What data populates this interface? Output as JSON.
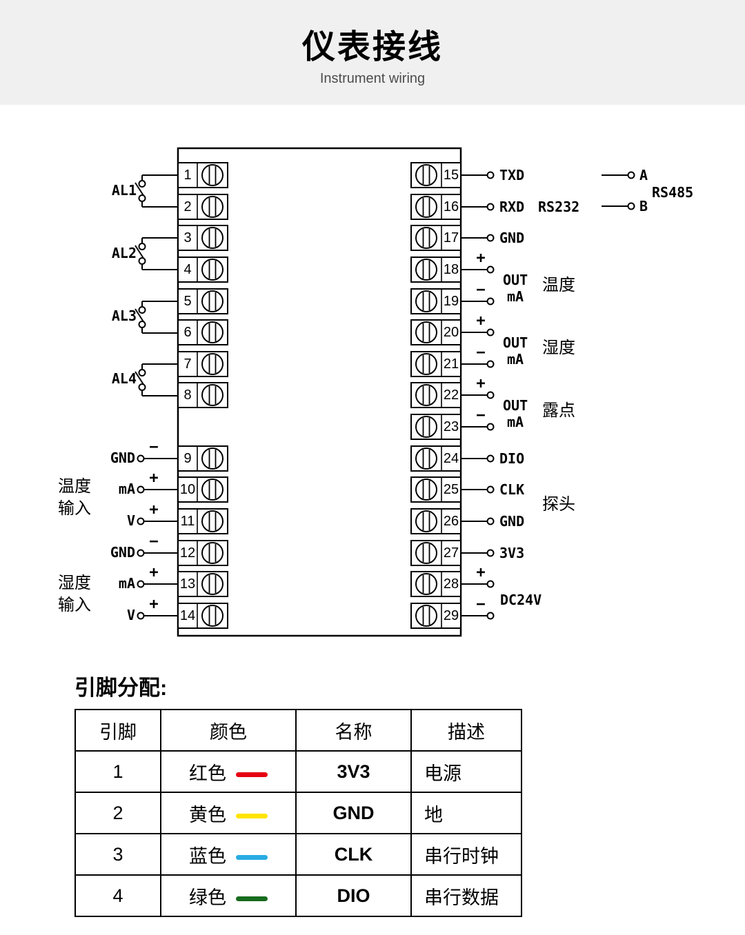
{
  "header": {
    "title": "仪表接线",
    "subtitle": "Instrument wiring"
  },
  "diagram": {
    "left_pins": [
      "1",
      "2",
      "3",
      "4",
      "5",
      "6",
      "7",
      "8",
      "9",
      "10",
      "11",
      "12",
      "13",
      "14"
    ],
    "right_pins": [
      "15",
      "16",
      "17",
      "18",
      "19",
      "20",
      "21",
      "22",
      "23",
      "24",
      "25",
      "26",
      "27",
      "28",
      "29"
    ],
    "alarms": [
      "AL1",
      "AL2",
      "AL3",
      "AL4"
    ],
    "analog_inputs": {
      "groups": [
        {
          "line1": "温度",
          "line2": "输入"
        },
        {
          "line1": "湿度",
          "line2": "输入"
        }
      ],
      "rows": [
        {
          "sign": "−",
          "label": "GND"
        },
        {
          "sign": "+",
          "label": "mA"
        },
        {
          "sign": "+",
          "label": "V"
        },
        {
          "sign": "−",
          "label": "GND"
        },
        {
          "sign": "+",
          "label": "mA"
        },
        {
          "sign": "+",
          "label": "V"
        }
      ]
    },
    "comm": {
      "txd": "TXD",
      "rxd": "RXD",
      "gnd": "GND",
      "rs232": "RS232",
      "rs485": "RS485",
      "a": "A",
      "b": "B"
    },
    "outputs": [
      {
        "plus": "+",
        "minus": "−",
        "out": "OUT",
        "unit": "mA",
        "name": "温度"
      },
      {
        "plus": "+",
        "minus": "−",
        "out": "OUT",
        "unit": "mA",
        "name": "湿度"
      },
      {
        "plus": "+",
        "minus": "−",
        "out": "OUT",
        "unit": "mA",
        "name": "露点"
      }
    ],
    "probe": {
      "dio": "DIO",
      "clk": "CLK",
      "gnd": "GND",
      "v33": "3V3",
      "label": "探头"
    },
    "power": {
      "plus": "+",
      "minus": "−",
      "label": "DC24V"
    }
  },
  "pin_assignment": {
    "title": "引脚分配:",
    "headers": [
      "引脚",
      "颜色",
      "名称",
      "描述"
    ],
    "rows": [
      {
        "pin": "1",
        "color": "红色",
        "hex": "#e60012",
        "name": "3V3",
        "desc": "电源"
      },
      {
        "pin": "2",
        "color": "黄色",
        "hex": "#ffe400",
        "name": "GND",
        "desc": "地"
      },
      {
        "pin": "3",
        "color": "蓝色",
        "hex": "#29abe2",
        "name": "CLK",
        "desc": "串行时钟"
      },
      {
        "pin": "4",
        "color": "绿色",
        "hex": "#186b1e",
        "name": "DIO",
        "desc": "串行数据"
      }
    ]
  }
}
